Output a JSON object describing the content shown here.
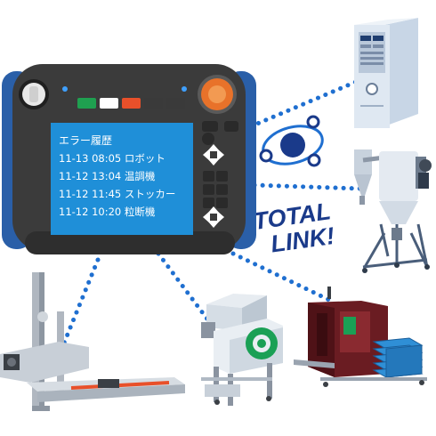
{
  "pendant": {
    "screen_title": "エラー履歴",
    "error_log": [
      {
        "time": "11-13 08:05",
        "source": "ロボット"
      },
      {
        "time": "11-12 13:04",
        "source": "温調機"
      },
      {
        "time": "11-12 11:45",
        "source": "ストッカー"
      },
      {
        "time": "11-12 10:20",
        "source": "粒断機"
      }
    ],
    "indicator_colors": [
      "#1fa050",
      "#ffffff",
      "#e8502a",
      "#3a3a3a",
      "#3a3a3a"
    ]
  },
  "tagline": {
    "line1": "TOTAL",
    "line2": "LINK!"
  },
  "colors": {
    "body": "#3b3b3b",
    "body_edge": "#2a5fa8",
    "screen": "#1f8fd8",
    "link_dots": "#1f6fd0",
    "emergency": "#e8722a",
    "tagline": "#1a3a8a"
  },
  "icons": {
    "network": "network-link-icon",
    "machines": [
      "temperature-controller",
      "hopper-dryer",
      "takeout-robot",
      "granulator",
      "stocker"
    ]
  }
}
